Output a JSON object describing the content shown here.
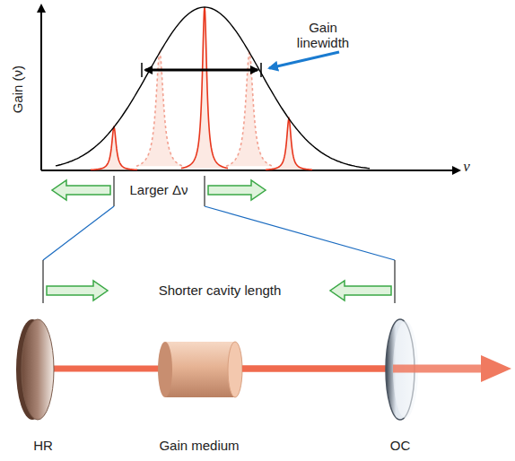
{
  "diagram": {
    "labels": [
      "Gain (ν)",
      "Gain linewidth",
      "ν",
      "Larger Δν",
      "Shorter cavity length",
      "HR",
      "Gain medium",
      "OC"
    ]
  }
}
